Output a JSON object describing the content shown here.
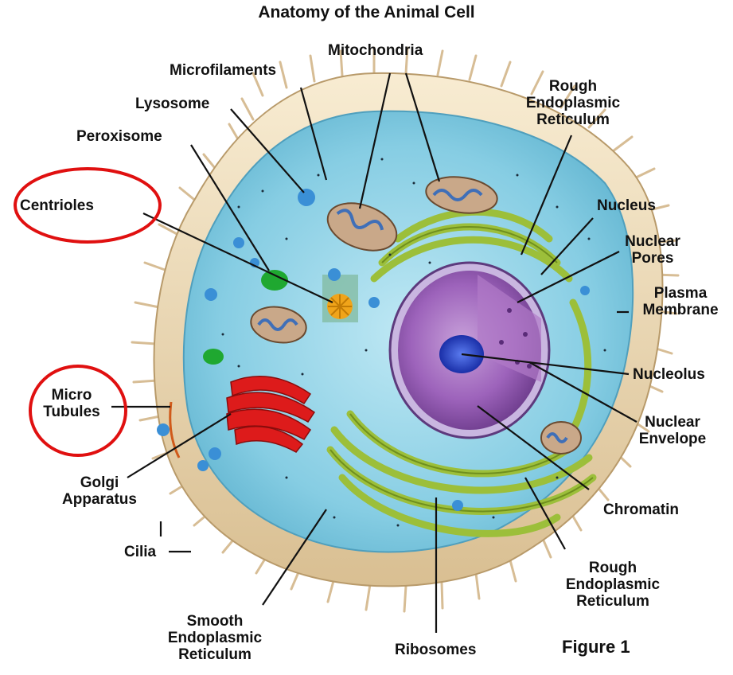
{
  "title": "Anatomy of the Animal Cell",
  "figure_label": "Figure 1",
  "labels": {
    "mitochondria": "Mitochondria",
    "microfilaments": "Microfilaments",
    "lysosome": "Lysosome",
    "peroxisome": "Peroxisome",
    "centrioles": "Centrioles",
    "micro_tubules": [
      "Micro",
      "Tubules"
    ],
    "golgi_apparatus": [
      "Golgi",
      "Apparatus"
    ],
    "cilia": "Cilia",
    "smooth_er": [
      "Smooth",
      "Endoplasmic",
      "Reticulum"
    ],
    "ribosomes": "Ribosomes",
    "rough_er_top": [
      "Rough",
      "Endoplasmic",
      "Reticulum"
    ],
    "nucleus": "Nucleus",
    "nuclear_pores": [
      "Nuclear",
      "Pores"
    ],
    "plasma_membrane": [
      "Plasma",
      "Membrane"
    ],
    "nucleolus": "Nucleolus",
    "nuclear_envelope": [
      "Nuclear",
      "Envelope"
    ],
    "chromatin": "Chromatin",
    "rough_er_bottom": [
      "Rough",
      "Endoplasmic",
      "Reticulum"
    ]
  },
  "highlight_color": "#e01010",
  "colors": {
    "cytoplasm": "#8fd0e6",
    "membrane": "#f3e2c0",
    "cilia": "#d8bf97",
    "nucleus": "#9a5bb8",
    "nucleolus": "#2244cc",
    "golgi": "#dd1b1b",
    "rough_er": "#9cbf3a",
    "peroxisome": "#1fa830",
    "lysosome": "#3a8fd6",
    "centriole": "#f0a41a"
  }
}
